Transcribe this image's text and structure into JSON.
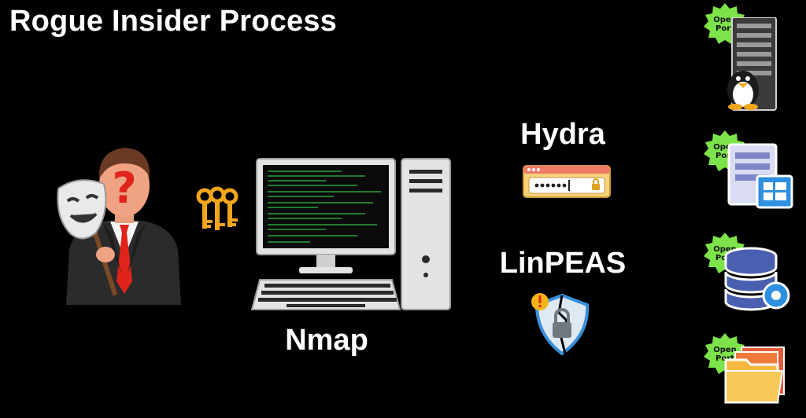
{
  "title": "Rogue Insider Process",
  "labels": {
    "nmap": "Nmap",
    "hydra": "Hydra",
    "linpeas": "LinPEAS"
  },
  "badge": {
    "line1": "Open",
    "line2": "Port"
  },
  "colors": {
    "background": "#000000",
    "badge": "#7de34a",
    "terminal_text": "#35d04a",
    "key": "#f3a51b",
    "tie": "#e0241b",
    "suit": "#2b2b2b"
  },
  "icons": {
    "insider": "masked-man-icon",
    "keys": "keys-icon",
    "computer": "desktop-computer-icon",
    "password": "password-box-icon",
    "privesc": "broken-shield-lock-icon",
    "target_linux": "linux-server-icon",
    "target_windows": "windows-server-icon",
    "target_database": "database-server-icon",
    "target_files": "file-folder-icon"
  }
}
